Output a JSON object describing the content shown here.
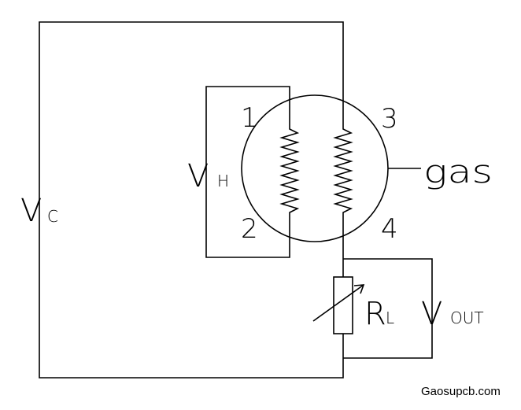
{
  "labels": {
    "vc_main": "V",
    "vc_sub": "C",
    "vh_main": "V",
    "vh_sub": "H",
    "pin1": "1",
    "pin2": "2",
    "pin3": "3",
    "pin4": "4",
    "gas": "gas",
    "rl_main": "R",
    "rl_sub": "L",
    "vout_main": "V",
    "vout_sub": "OUT"
  },
  "watermark": "Gaosupcb.com"
}
